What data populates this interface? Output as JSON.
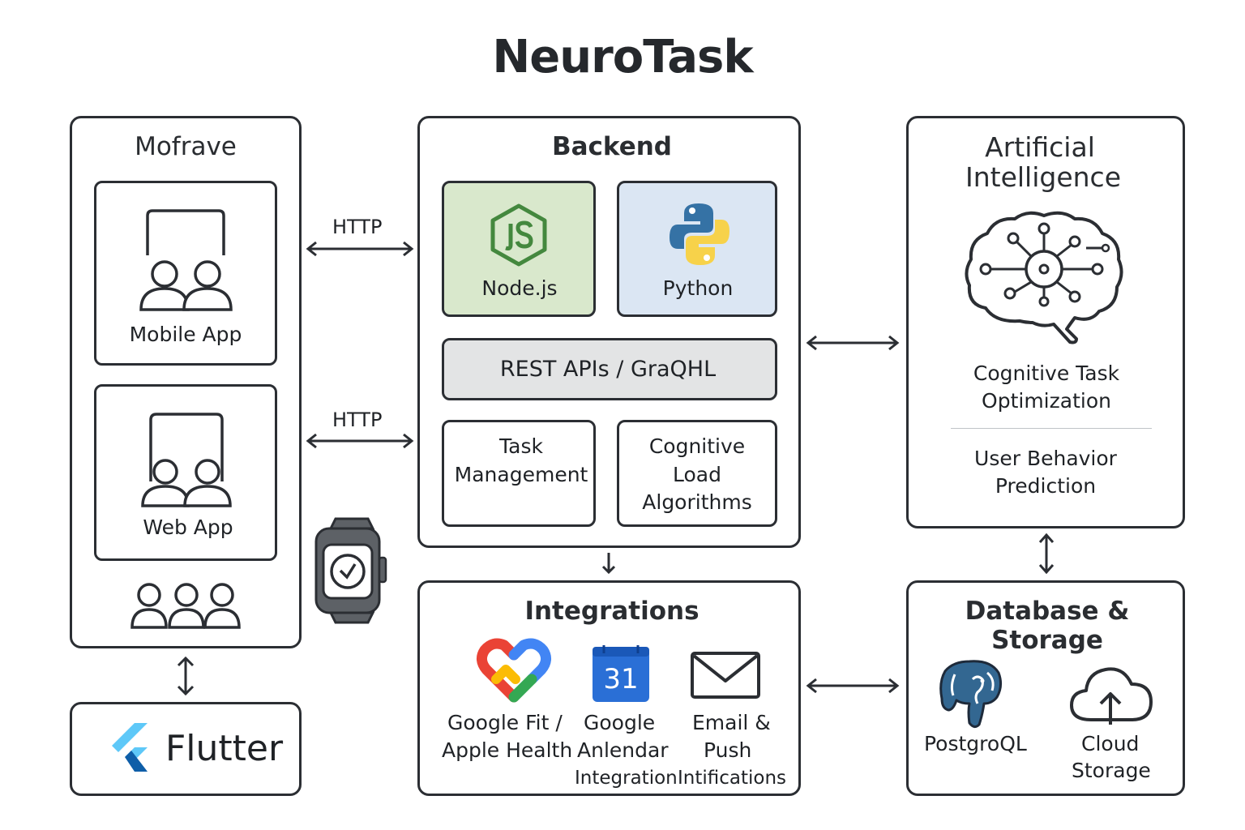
{
  "title": "NeuroTask",
  "frontend": {
    "heading": "Mofrave",
    "mobile_label": "Mobile App",
    "web_label": "Web App",
    "framework": "Flutter"
  },
  "connections": {
    "http_top": "HTTP",
    "http_bottom": "HTTP"
  },
  "backend": {
    "heading": "Backend",
    "node_label": "Node.js",
    "python_label": "Python",
    "api_label": "REST APIs / GraQHL",
    "task_label": [
      "Task",
      "Management"
    ],
    "cognitive_label": [
      "Cognitive",
      "Load",
      "Algorithms"
    ]
  },
  "ai": {
    "heading": [
      "Artificial",
      "Intelligence"
    ],
    "item1": [
      "Cognitive Task",
      "Optimization"
    ],
    "item2": [
      "User Behavior",
      "Prediction"
    ]
  },
  "integrations": {
    "heading": "Integrations",
    "fit_label": [
      "Google Fit /",
      "Apple Health"
    ],
    "calendar_label": [
      "Google",
      "Anlendar",
      "Integration"
    ],
    "calendar_day": "31",
    "email_label": [
      "Email &",
      "Push",
      "Intifications"
    ]
  },
  "database": {
    "heading": [
      "Database &",
      "Storage"
    ],
    "postgres_label": "PostgroQL",
    "cloud_label": [
      "Cloud",
      "Storage"
    ]
  },
  "colors": {
    "node_bg": "#d9e8cc",
    "python_bg": "#dbe6f3",
    "api_bg": "#e3e4e5",
    "flutter_light": "#5ec8f8",
    "flutter_dark": "#0e5ea8",
    "python_blue": "#3572a5",
    "python_yellow": "#f7d24a",
    "node_green": "#44883e",
    "calendar_blue": "#2a6fd6",
    "postgres_blue": "#336791"
  }
}
